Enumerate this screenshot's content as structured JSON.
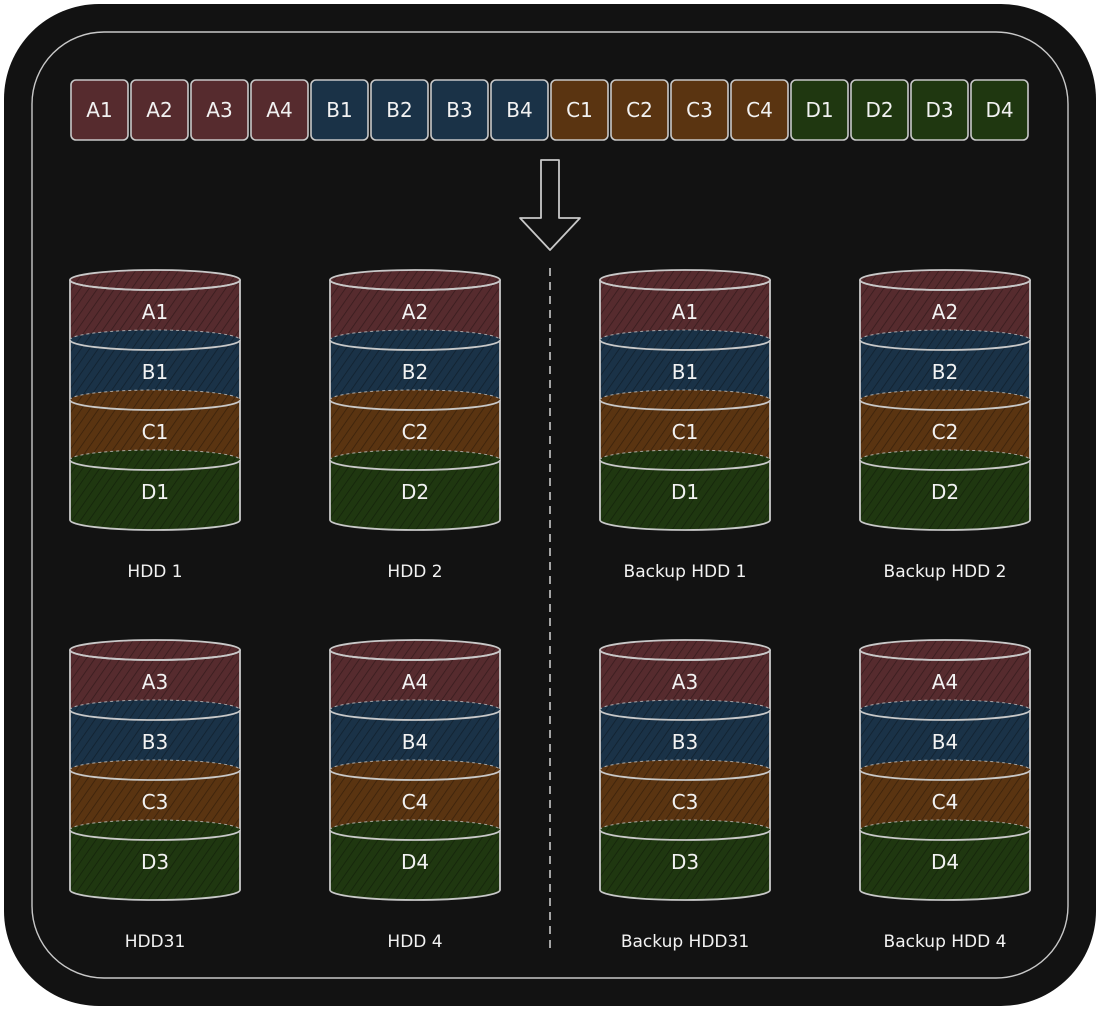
{
  "colors": {
    "background": "#121212",
    "stroke": "#c8c8c8",
    "text": "#f2f2f2",
    "a": "#562b2e",
    "b": "#1a3247",
    "c": "#5a3411",
    "d": "#1f3710"
  },
  "stripe_blocks": [
    {
      "label": "A1",
      "group": "a"
    },
    {
      "label": "A2",
      "group": "a"
    },
    {
      "label": "A3",
      "group": "a"
    },
    {
      "label": "A4",
      "group": "a"
    },
    {
      "label": "B1",
      "group": "b"
    },
    {
      "label": "B2",
      "group": "b"
    },
    {
      "label": "B3",
      "group": "b"
    },
    {
      "label": "B4",
      "group": "b"
    },
    {
      "label": "C1",
      "group": "c"
    },
    {
      "label": "C2",
      "group": "c"
    },
    {
      "label": "C3",
      "group": "c"
    },
    {
      "label": "C4",
      "group": "c"
    },
    {
      "label": "D1",
      "group": "d"
    },
    {
      "label": "D2",
      "group": "d"
    },
    {
      "label": "D3",
      "group": "d"
    },
    {
      "label": "D4",
      "group": "d"
    }
  ],
  "disks": [
    {
      "name": "HDD 1",
      "segments": [
        "A1",
        "B1",
        "C1",
        "D1"
      ]
    },
    {
      "name": "HDD 2",
      "segments": [
        "A2",
        "B2",
        "C2",
        "D2"
      ]
    },
    {
      "name": "Backup HDD 1",
      "segments": [
        "A1",
        "B1",
        "C1",
        "D1"
      ]
    },
    {
      "name": "Backup HDD 2",
      "segments": [
        "A2",
        "B2",
        "C2",
        "D2"
      ]
    },
    {
      "name": "HDD31",
      "segments": [
        "A3",
        "B3",
        "C3",
        "D3"
      ]
    },
    {
      "name": "HDD 4",
      "segments": [
        "A4",
        "B4",
        "C4",
        "D4"
      ]
    },
    {
      "name": "Backup HDD31",
      "segments": [
        "A3",
        "B3",
        "C3",
        "D3"
      ]
    },
    {
      "name": "Backup HDD 4",
      "segments": [
        "A4",
        "B4",
        "C4",
        "D4"
      ]
    }
  ]
}
